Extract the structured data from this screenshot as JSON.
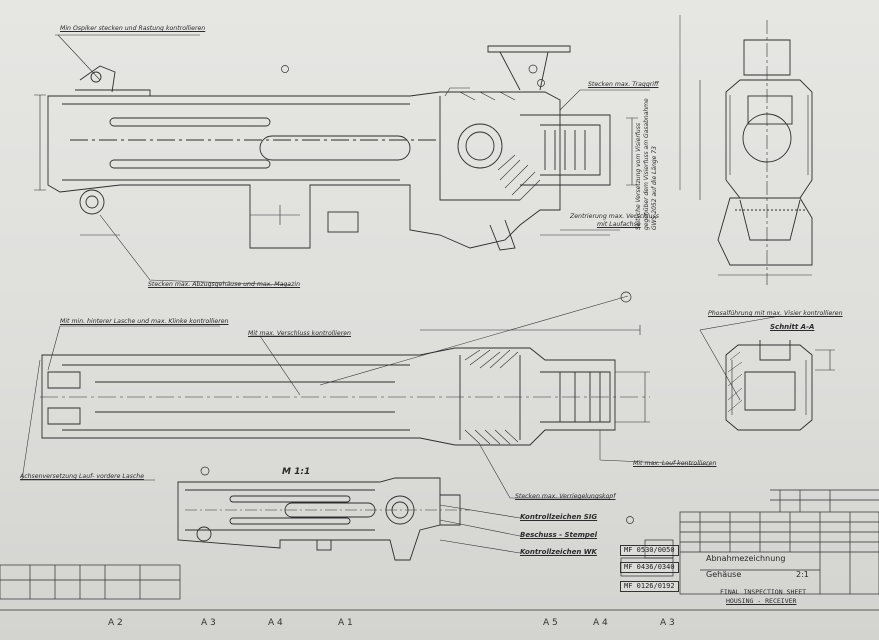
{
  "annotations": {
    "min_ospiker": "Min Ospiker stecken und Rastung kontrollieren",
    "max_traggriff": "Stecken max. Traggriff",
    "abzugsgehause": "Stecken max. Abzugsgehäuse und max. Magazin",
    "hinterer_lasche": "Mit min. hinterer Lasche und max. Klinke kontrollieren",
    "verschluss": "Mit max. Verschluss kontrollieren",
    "zentrierung_1": "Zentrierung max. Verschluss",
    "zentrierung_2": "mit Laufachse",
    "phosphat": "Phosalführung mit max. Visier kontrollieren",
    "schnitt": "Schnitt A-A",
    "max_lauf": "Mit max. Lauf kontrollieren",
    "achsenversetzung": "Achsenversetzung Lauf- vordere Lasche",
    "verriegelungskopf": "Stecken max. Verriegelungskopf",
    "kontrollzeichen_sig": "Kontrollzeichen SIG",
    "beschuss": "Beschuss - Stempel",
    "kontrollzeichen_wk": "Kontrollzeichen WK",
    "scale": "M 1:1",
    "vertical_note_1": "Seitliche Versetzung vom Visierfuss",
    "vertical_note_2": "gegenüber dem Visierfuss am Gasabnahme",
    "vertical_note_3": "GWS 2052 auf die Länge 73"
  },
  "stamps": {
    "s1": "MF 0530/0050",
    "s2": "MF 0436/0340",
    "s3": "MF 0126/0192"
  },
  "title_block": {
    "title": "Abnahmezeichnung",
    "part": "Gehäuse",
    "scale": "2:1",
    "handwritten_1": "FINAL INSPECTION SHEET",
    "handwritten_2": "HOUSING - RECEIVER"
  },
  "grid_refs": [
    "A 2",
    "A 3",
    "A 4",
    "A 1",
    "A 5",
    "A 4",
    "A 3"
  ]
}
